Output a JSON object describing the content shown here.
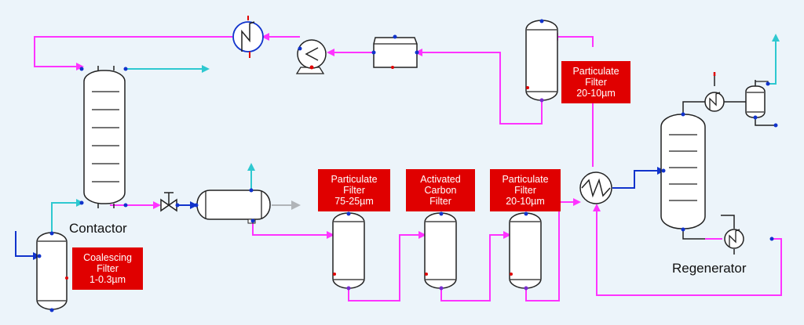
{
  "units": {
    "contactor": "Contactor",
    "regenerator": "Regenerator"
  },
  "filters": {
    "coalescing": [
      "Coalescing",
      "Filter",
      "1-0.3µm"
    ],
    "particulate_75_25": [
      "Particulate",
      "Filter",
      "75-25µm"
    ],
    "activated_carbon": [
      "Activated",
      "Carbon",
      "Filter"
    ],
    "particulate_20_10_lower": [
      "Particulate",
      "Filter",
      "20-10µm"
    ],
    "particulate_20_10_upper": [
      "Particulate",
      "Filter",
      "20-10µm"
    ]
  },
  "colors": {
    "lean_amine": "#ff33ff",
    "gas": "#2ec8d0",
    "rich_amine": "#1133cc",
    "label_background": "#e00000",
    "vent": "#b0b4b8"
  }
}
